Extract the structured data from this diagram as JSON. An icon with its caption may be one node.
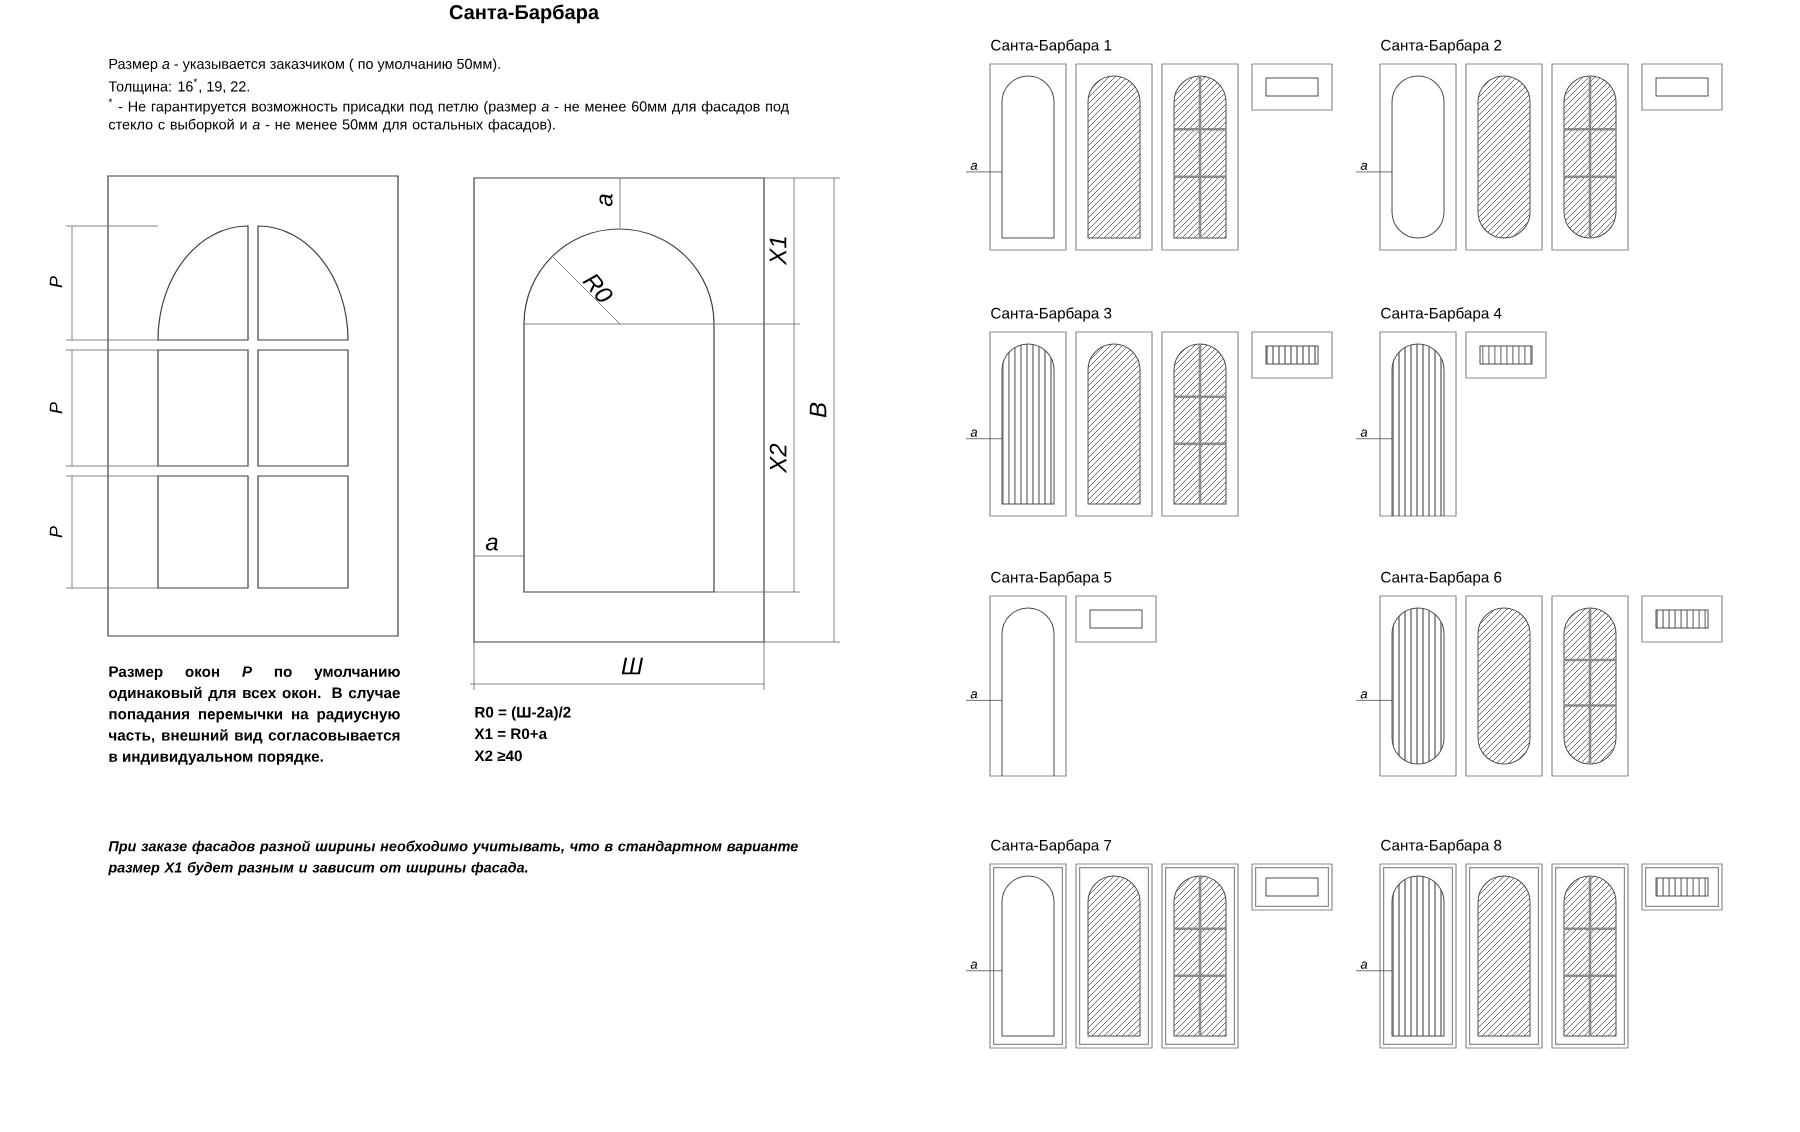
{
  "diagram": {
    "title": "Санта-Барбара",
    "labels": [
      "Размер *a* - указывается заказчиком ( по умолчанию 50мм).",
      "Толщина: 16$^{*}$, 19, 22.",
      "$^{*}$ - Не гарантируется возможность присадки под петлю  (размер *a* - не менее 60мм для фасадов под стекло с выборкой и *a* - не менее 50мм для остальных фасадов).",
      "Р",
      "Р",
      "Р",
      "a",
      "R0",
      "X1",
      "X2",
      "В",
      "a",
      "Ш",
      "Размер окон *Р* по умолчанию одинаковый для всех окон. В случае попадания перемычки на радиусную часть, внешний вид согласовывается в индивидуальном порядке.",
      "R0 = (Ш-2a)/2",
      "X1 = R0+a",
      "X2 ≥40",
      "При заказе фасадов разной ширины необходимо учитывать, что в стандартном варианте размер X1 будет разным и зависит от ширины фасада.",
      "Санта-Барбара 1",
      "a",
      "Санта-Барбара 2",
      "a",
      "Санта-Барбара 3",
      "a",
      "Санта-Барбара 4",
      "a",
      "Санта-Барбара 5",
      "a",
      "Санта-Барбара 6",
      "a",
      "Санта-Барбара 7",
      "a",
      "Санта-Барбара 8",
      "a"
    ]
  }
}
